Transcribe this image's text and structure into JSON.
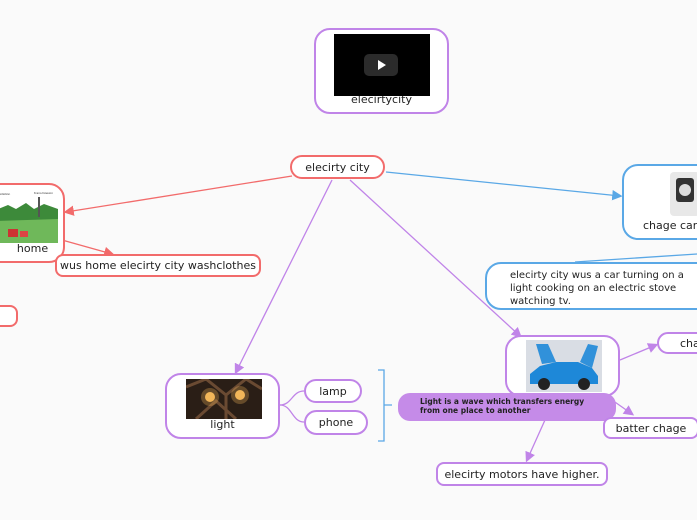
{
  "nodes": {
    "video": "elecirtycity",
    "center": "elecirty city",
    "home": "home",
    "home_detail": "wus home elecirty city washclothes",
    "charge_car": "chage car b",
    "city_note": "elecirty city wus a car turning on a light cooking on an electric stove watching tv.",
    "light": "light",
    "lamp": "lamp",
    "phone": "phone",
    "light_definition": "Light is a wave which transfers energy from one place to another",
    "cha": "cha",
    "battery": "batter chage",
    "motors": "elecirty motors have higher."
  },
  "colors": {
    "purple": "#c084e8",
    "red": "#f26b6b",
    "blue": "#5aa8e6",
    "purple_fill": "#c58be8"
  },
  "icons": {
    "video": "play-icon",
    "home": "house-diagram-image",
    "charger": "charger-image",
    "car": "car-image",
    "light": "lamp-image"
  }
}
